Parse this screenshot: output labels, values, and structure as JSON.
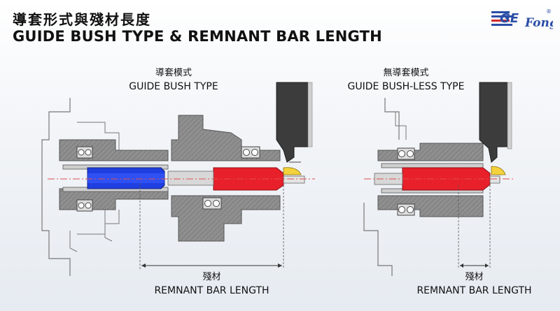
{
  "header": {
    "title_zh": "導套形式與殘材長度",
    "title_en": "GUIDE BUSH TYPE & REMNANT BAR LENGTH"
  },
  "logo": {
    "text_top": "GE",
    "text_script": "Fong",
    "registered": "®",
    "colors": {
      "primary": "#2b4fa6",
      "accent": "#d22b2b"
    }
  },
  "left_diagram": {
    "type_zh": "導套模式",
    "type_en": "GUIDE BUSH TYPE",
    "remnant_zh": "殘材",
    "remnant_en": "REMNANT BAR LENGTH"
  },
  "right_diagram": {
    "type_zh": "無導套模式",
    "type_en": "GUIDE BUSH-LESS TYPE",
    "remnant_zh": "殘材",
    "remnant_en": "REMNANT BAR LENGTH"
  },
  "colors": {
    "machine_gray": "#8a8a8a",
    "machine_dark": "#3c3c3c",
    "guide_bush_blue": "#1f3fe0",
    "collet_red": "#e8202a",
    "workpiece_yellow": "#f4d23c",
    "centerline_red": "#e05050"
  }
}
